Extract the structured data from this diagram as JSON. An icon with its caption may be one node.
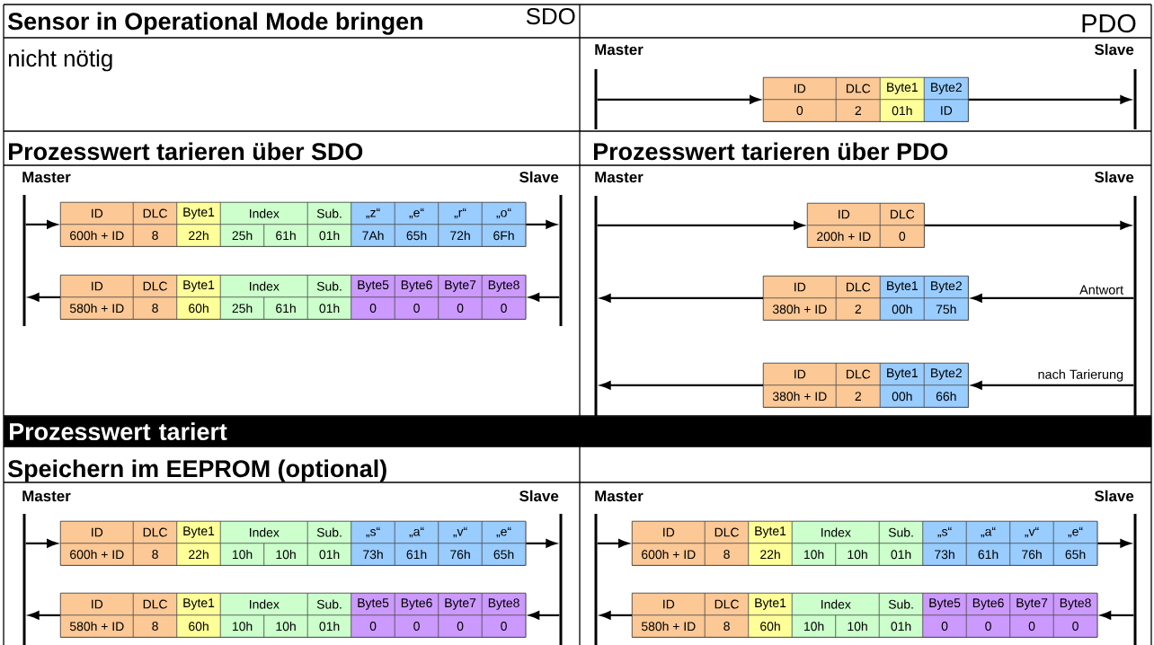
{
  "diagram": {
    "nodes": [
      {
        "text": [],
        "shape": "bar"
      },
      {
        "text": [
          "ID",
          "DLC",
          "Byte1",
          "Byte2",
          "0",
          "2",
          "01h",
          "ID"
        ]
      },
      {
        "text": [],
        "shape": "bar"
      },
      {
        "text": [],
        "shape": "bar"
      },
      {
        "text": [
          "ID",
          "DLC",
          "Byte1",
          "Index",
          "Sub.",
          "„z“",
          "„e“",
          "„r“",
          "„o“",
          "600h + ID",
          "8",
          "22h",
          "25h",
          "61h",
          "01h",
          "7Ah",
          "65h",
          "72h",
          "6Fh"
        ]
      },
      {
        "text": [
          "ID",
          "DLC",
          "Byte1",
          "Index",
          "Sub.",
          "Byte5",
          "Byte6",
          "Byte7",
          "Byte8",
          "580h + ID",
          "8",
          "60h",
          "25h",
          "61h",
          "01h",
          "0",
          "0",
          "0",
          "0"
        ]
      },
      {
        "text": [],
        "shape": "bar"
      },
      {
        "text": [],
        "shape": "bar"
      },
      {
        "text": [
          "ID",
          "DLC",
          "200h + ID",
          "0"
        ]
      },
      {
        "text": [
          "ID",
          "DLC",
          "Byte1",
          "Byte2",
          "380h + ID",
          "2",
          "00h",
          "75h"
        ]
      },
      {
        "text": [
          "ID",
          "DLC",
          "Byte1",
          "Byte2",
          "380h + ID",
          "2",
          "00h",
          "66h"
        ]
      },
      {
        "text": [],
        "shape": "bar"
      },
      {
        "text": [],
        "shape": "bar"
      },
      {
        "text": [
          "ID",
          "DLC",
          "Byte1",
          "Index",
          "Sub.",
          "„s“",
          "„a“",
          "„v“",
          "„e“",
          "600h + ID",
          "8",
          "22h",
          "10h",
          "10h",
          "01h",
          "73h",
          "61h",
          "76h",
          "65h"
        ]
      },
      {
        "text": [
          "ID",
          "DLC",
          "Byte1",
          "Index",
          "Sub.",
          "Byte5",
          "Byte6",
          "Byte7",
          "Byte8",
          "580h + ID",
          "8",
          "60h",
          "10h",
          "10h",
          "01h",
          "0",
          "0",
          "0",
          "0"
        ]
      },
      {
        "text": [],
        "shape": "bar"
      },
      {
        "text": [],
        "shape": "bar"
      },
      {
        "text": [
          "ID",
          "DLC",
          "Byte1",
          "Index",
          "Sub.",
          "„s“",
          "„a“",
          "„v“",
          "„e“",
          "600h + ID",
          "8",
          "22h",
          "10h",
          "10h",
          "01h",
          "73h",
          "61h",
          "76h",
          "65h"
        ]
      },
      {
        "text": [
          "ID",
          "DLC",
          "Byte1",
          "Index",
          "Sub.",
          "Byte5",
          "Byte6",
          "Byte7",
          "Byte8",
          "580h + ID",
          "8",
          "60h",
          "10h",
          "10h",
          "01h",
          "0",
          "0",
          "0",
          "0"
        ]
      },
      {
        "text": [],
        "shape": "bar"
      }
    ],
    "edges": [
      {
        "from": 0,
        "to": 1,
        "arrow": "to"
      },
      {
        "from": 1,
        "to": 2,
        "arrow": "to"
      },
      {
        "from": 3,
        "to": 4,
        "arrow": "to"
      },
      {
        "from": 4,
        "to": 6,
        "arrow": "to"
      },
      {
        "from": 6,
        "to": 5,
        "arrow": "to"
      },
      {
        "from": 5,
        "to": 3,
        "arrow": "to"
      },
      {
        "from": 7,
        "to": 8,
        "arrow": "to"
      },
      {
        "from": 8,
        "to": 11,
        "arrow": "to"
      },
      {
        "from": 11,
        "to": 9,
        "arrow": "to",
        "label": "Antwort"
      },
      {
        "from": 9,
        "to": 7,
        "arrow": "to"
      },
      {
        "from": 11,
        "to": 10,
        "arrow": "to",
        "label": "nach Tarierung"
      },
      {
        "from": 10,
        "to": 7,
        "arrow": "to"
      },
      {
        "from": 12,
        "to": 13,
        "arrow": "to"
      },
      {
        "from": 13,
        "to": 15,
        "arrow": "to"
      },
      {
        "from": 15,
        "to": 14,
        "arrow": "to"
      },
      {
        "from": 14,
        "to": 12,
        "arrow": "to"
      },
      {
        "from": 16,
        "to": 17,
        "arrow": "to"
      },
      {
        "from": 17,
        "to": 19,
        "arrow": "to"
      },
      {
        "from": 19,
        "to": 18,
        "arrow": "to"
      },
      {
        "from": 18,
        "to": 16,
        "arrow": "to"
      }
    ],
    "labels": [
      "Sensor in Operational Mode bringen",
      "SDO",
      "PDO",
      "nicht nötig",
      "Master",
      "Slave",
      "Prozesswert tarieren über SDO",
      "Prozesswert tarieren über PDO",
      "Master",
      "Slave",
      "Master",
      "Slave",
      "Prozesswert tariert",
      "Speichern im EEPROM (optional)",
      "Master",
      "Slave",
      "Master",
      "Slave"
    ]
  }
}
